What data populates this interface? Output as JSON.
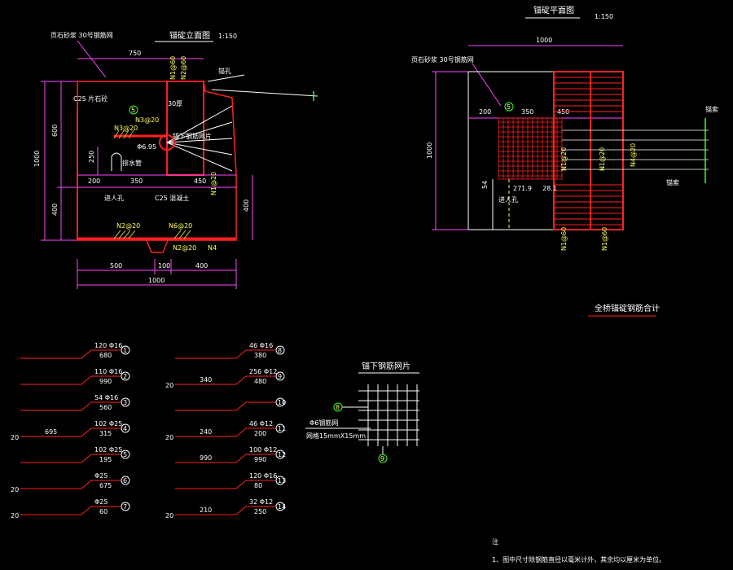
{
  "colors": {
    "background": "#000000",
    "text": "#ffffff",
    "dimension": "#ff44ff",
    "rebar": "#ff2020",
    "annotation": "#ffff55",
    "bubble": "#33ff33"
  },
  "elevation_view": {
    "title": "锚碇立面图",
    "scale": "1:150",
    "note_top": "页石砂浆 30号钢筋网",
    "dims_top": [
      "750"
    ],
    "marker_n1": "N1@60",
    "marker_n2": "N2@60",
    "label_anchor": "锚孔",
    "label_concrete_top": "C25 片石砼",
    "label_thick": "30厚",
    "label_ref": "5",
    "label_n3": "N3@20",
    "label_n3b": "N3@20",
    "label_grout": "锚下钢筋网片",
    "label_pipe": "Φ6.95",
    "label_drain": "排水管",
    "label_side": "N1@20",
    "label_hole": "进人孔",
    "label_concrete_bottom": "C25 混凝土",
    "label_n2a": "N2@20",
    "label_n6": "N6@20",
    "label_n2b": "N2@20",
    "label_n4": "N4",
    "left_dims": [
      "1000",
      "600",
      "400",
      "250"
    ],
    "right_dims": [
      "400"
    ],
    "inner_dims": [
      "200",
      "350",
      "450"
    ],
    "bottom_dims": [
      "500",
      "100",
      "400"
    ],
    "bottom_total": "1000"
  },
  "plan_view": {
    "title": "锚碇平面图",
    "scale": "1:150",
    "note_top": "页石砂浆 30号钢筋网",
    "dim_top": "1000",
    "dim_left": "1000",
    "inner_dims": [
      "200",
      "350",
      "450"
    ],
    "ref": "5",
    "label_anchor_a": "锚索",
    "label_anchor_b": "锚索",
    "label_hole": "进人孔",
    "dim_54": "54",
    "dim_271": "271.9",
    "dim_28": "28.1",
    "label_n1a": "N1@20",
    "label_n1b": "N1@20",
    "label_n1c": "N1@60",
    "label_n1d": "N1@60",
    "label_n4": "N4@20"
  },
  "summary_title": "全桥锚碇钢筋合计",
  "mesh": {
    "title": "锚下钢筋网片",
    "bubble_top": "8",
    "bubble_bottom": "9",
    "label_bar": "Φ6钢筋网",
    "label_size": "网格15mmX15mm"
  },
  "bars_left": [
    {
      "num": "1",
      "count": "120",
      "dia": "Φ16",
      "len": "680",
      "tail": "",
      "seg": ""
    },
    {
      "num": "2",
      "count": "110",
      "dia": "Φ16",
      "len": "990",
      "tail": "",
      "seg": ""
    },
    {
      "num": "3",
      "count": "54",
      "dia": "Φ16",
      "len": "560",
      "tail": "",
      "seg": ""
    },
    {
      "num": "4",
      "count": "102",
      "dia": "Φ25",
      "len": "315",
      "tail": "20",
      "seg": "695"
    },
    {
      "num": "5",
      "count": "102",
      "dia": "Φ25",
      "len": "195",
      "tail": "",
      "seg": ""
    },
    {
      "num": "6",
      "count": "",
      "dia": "Φ25",
      "len": "675",
      "tail": "20",
      "seg": ""
    },
    {
      "num": "7",
      "count": "",
      "dia": "Φ25",
      "len": "60",
      "tail": "20",
      "seg": ""
    }
  ],
  "bars_right": [
    {
      "num": "8",
      "count": "46",
      "dia": "Φ16",
      "len": "380",
      "tail": "",
      "seg": ""
    },
    {
      "num": "9",
      "count": "256",
      "dia": "Φ12",
      "len": "480",
      "tail": "20",
      "seg": "340"
    },
    {
      "num": "10",
      "count": "",
      "dia": "",
      "len": "",
      "tail": "",
      "seg": ""
    },
    {
      "num": "11",
      "count": "46",
      "dia": "Φ12",
      "len": "200",
      "tail": "20",
      "seg": "240"
    },
    {
      "num": "12",
      "count": "100",
      "dia": "Φ12",
      "len": "990",
      "tail": "",
      "seg": "990"
    },
    {
      "num": "13",
      "count": "120",
      "dia": "Φ16",
      "len": "80",
      "tail": "",
      "seg": ""
    },
    {
      "num": "14",
      "count": "32",
      "dia": "Φ12",
      "len": "250",
      "tail": "20",
      "seg": "210"
    }
  ],
  "notes": {
    "heading": "注",
    "line1": "1、图中尺寸除钢筋直径以毫米计外，其余均以厘米为单位。"
  }
}
